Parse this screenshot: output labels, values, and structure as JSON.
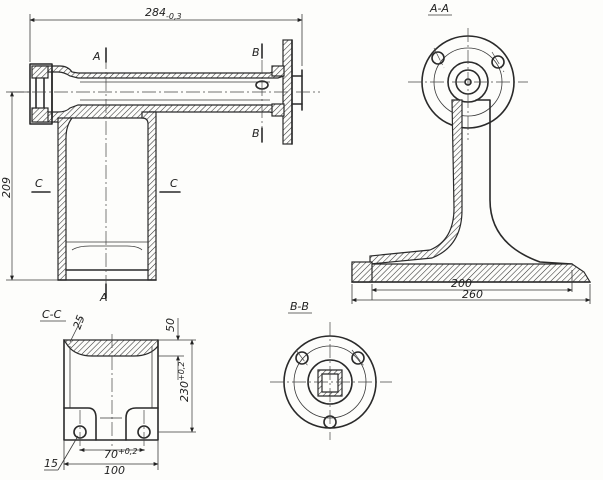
{
  "labels": {
    "overall_length": "284",
    "overall_length_tol": "-0,3",
    "height": "209",
    "section_aa_title": "A-A",
    "section_bb_title": "B-B",
    "section_cc_title": "C-C",
    "mark_a": "A",
    "mark_b": "B",
    "mark_c": "C",
    "dim_200": "200",
    "dim_260": "260",
    "dim_25": "25",
    "dim_50": "50",
    "dim_230": "230",
    "dim_230_tol": "+0,2",
    "dim_70": "70",
    "dim_70_tol": "+0,2",
    "dim_100": "100",
    "dim_15": "15"
  }
}
